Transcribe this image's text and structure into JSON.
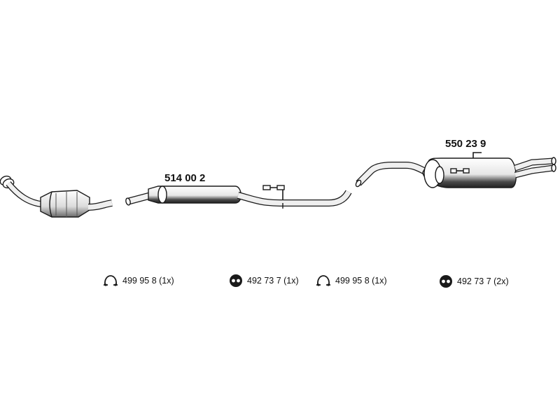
{
  "parts": {
    "front_muffler": "514 00 2",
    "rear_muffler": "550 23 9"
  },
  "accessories": [
    {
      "label": "499 95 8 (1x)",
      "icon": "clamp-icon"
    },
    {
      "label": "492 73 7 (1x)",
      "icon": "rubber-mount-icon"
    },
    {
      "label": "499 95 8 (1x)",
      "icon": "clamp-icon"
    },
    {
      "label": "492 73 7 (2x)",
      "icon": "rubber-mount-icon"
    }
  ],
  "colors": {
    "line": "#1a1a1a",
    "shade": "#555555",
    "fill": "#ffffff"
  }
}
